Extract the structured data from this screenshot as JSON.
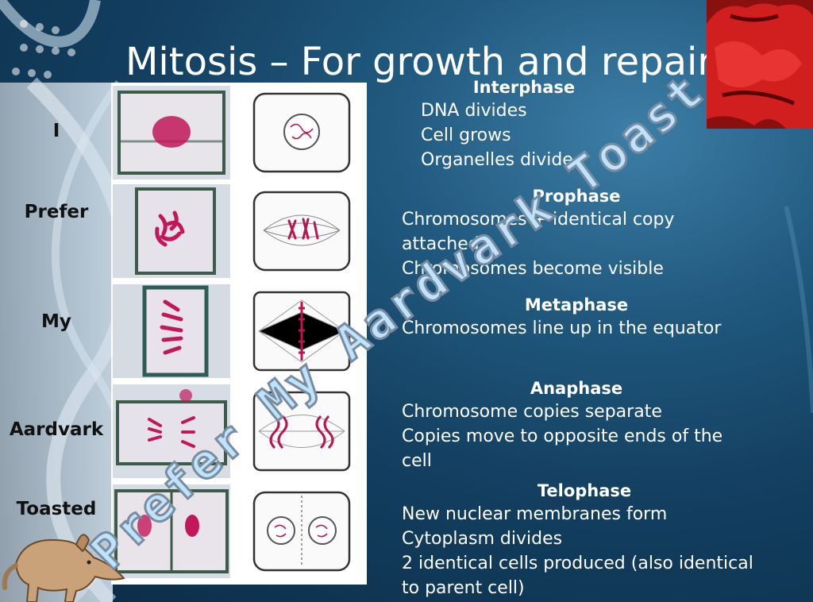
{
  "title": "Mitosis – For growth and repair",
  "mnemonic": [
    "I",
    "Prefer",
    "My",
    "Aardvark",
    "Toasted"
  ],
  "stages": {
    "interphase": {
      "heading": "Interphase",
      "lines": [
        "DNA divides",
        "Cell grows",
        "Organelles divide"
      ]
    },
    "prophase": {
      "heading": "Prophase",
      "lines": [
        "Chromosomes + identical copy",
        "attached",
        "Chromosomes become visible"
      ]
    },
    "metaphase": {
      "heading": "Metaphase",
      "lines": [
        "Chromosomes line up in the equator"
      ]
    },
    "anaphase": {
      "heading": "Anaphase",
      "lines": [
        "Chromosome copies separate",
        "Copies move to opposite ends of the",
        "cell"
      ]
    },
    "telophase": {
      "heading": "Telophase",
      "lines": [
        "New nuclear membranes form",
        "Cytoplasm divides",
        "2 identical cells produced (also identical",
        "to parent cell)"
      ]
    }
  },
  "wordart": "Prefer My Aardvark Toasted",
  "colors": {
    "chromosome": "#c2185b",
    "cell_wall": "#2e4a3c",
    "wordart_fill": "#bfe3ff"
  },
  "icons": [
    "dna-helix-icon",
    "aardvark-icon",
    "red-splat-icon"
  ]
}
